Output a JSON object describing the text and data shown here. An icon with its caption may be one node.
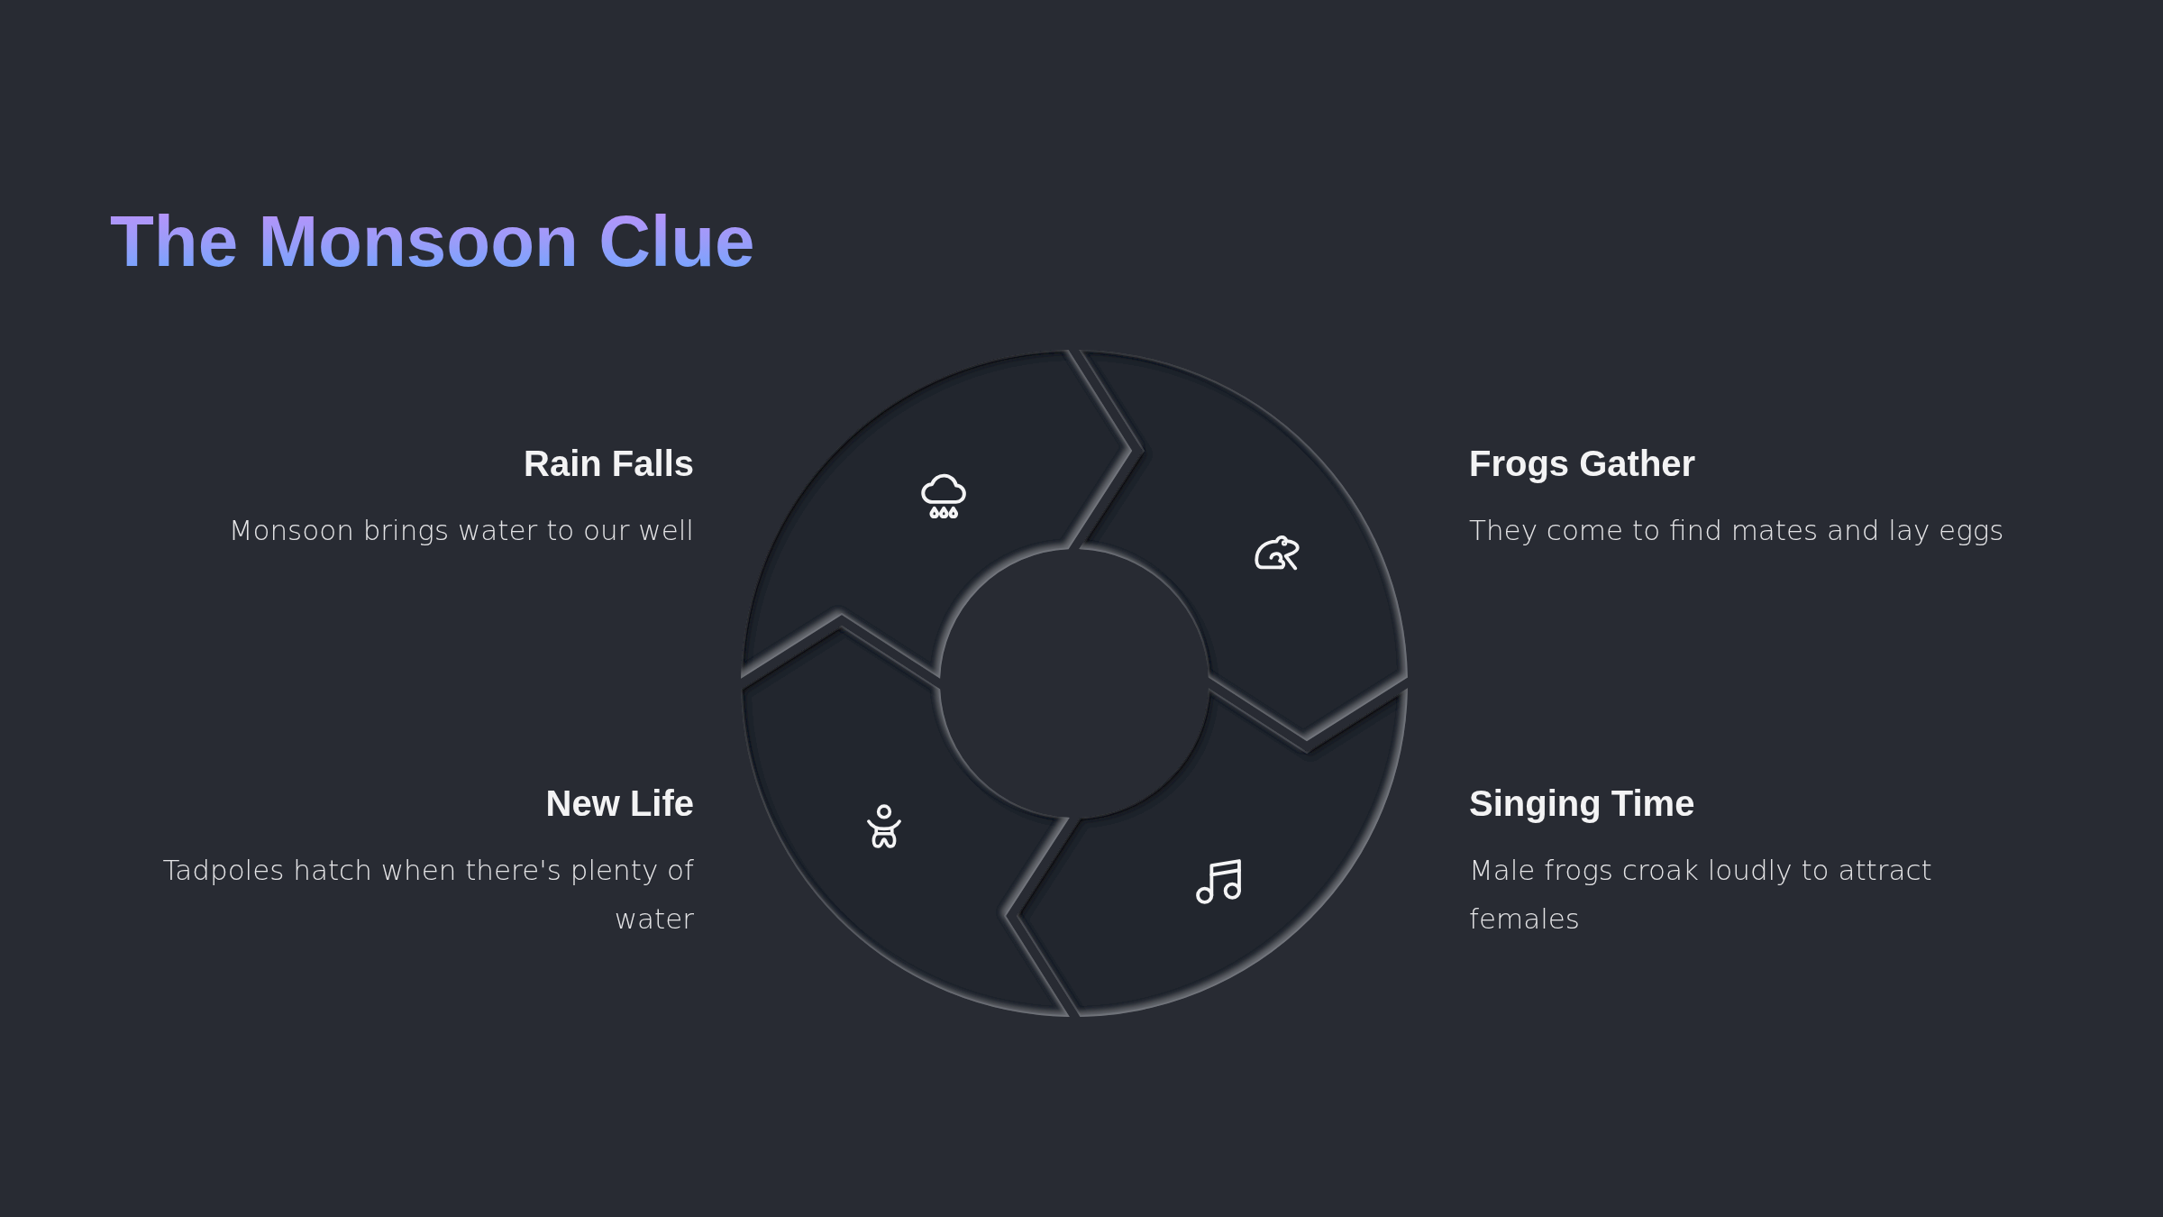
{
  "diagram": {
    "title": "The Monsoon Clue",
    "nodes": [
      {
        "text": [],
        "shape": "segment",
        "beside": [
          "Rain Falls",
          "Monsoon brings water to our well"
        ]
      },
      {
        "text": [],
        "shape": "segment",
        "beside": [
          "Frogs Gather",
          "They come to find mates and lay eggs"
        ]
      },
      {
        "text": [],
        "shape": "segment",
        "beside": [
          "Singing Time",
          "Male frogs croak loudly to attract females"
        ]
      },
      {
        "text": [],
        "shape": "segment",
        "beside": [
          "New Life",
          "Tadpoles hatch when there's plenty of water"
        ]
      }
    ]
  }
}
